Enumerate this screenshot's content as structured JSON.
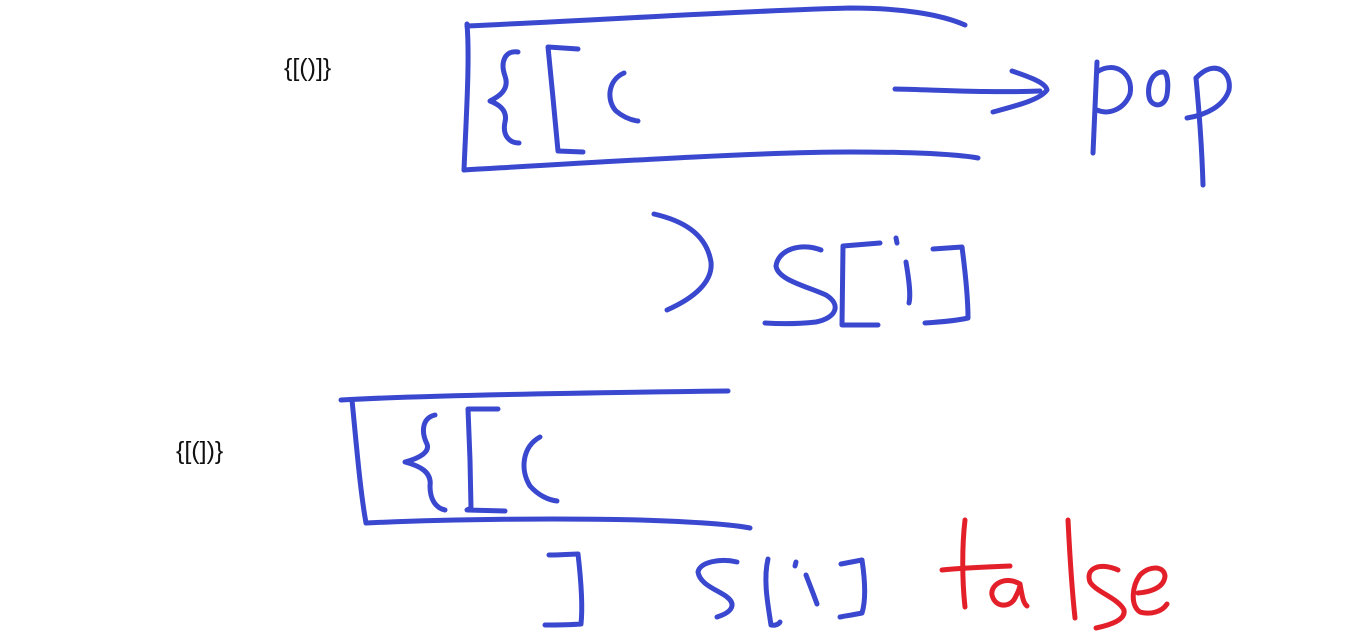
{
  "whiteboard": {
    "example_1": {
      "typed_expression": "{[()]}",
      "stack_contents": "{[(",
      "annotation": "pop",
      "current_char": ")",
      "char_ref": "s[i]"
    },
    "example_2": {
      "typed_expression": "{[(])}",
      "stack_contents": "{[(",
      "current_char": "]",
      "char_ref": "s[i]",
      "result": "false"
    }
  },
  "colors": {
    "ink_blue": "#3a48d0",
    "ink_red": "#e3202a",
    "typed_text": "#111111",
    "background": "#ffffff"
  }
}
